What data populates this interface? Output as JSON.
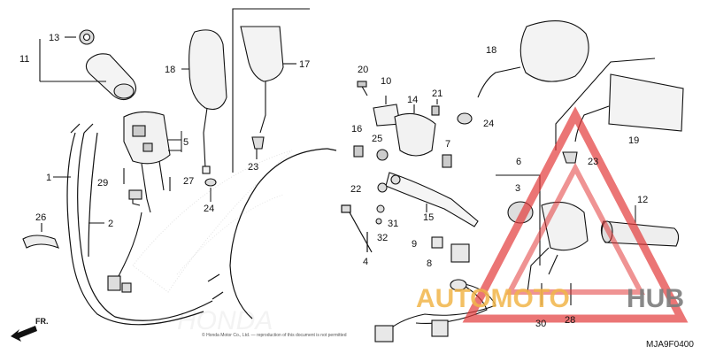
{
  "diagram": {
    "part_code": "MJA9F0400",
    "direction_label": "FR.",
    "copyright_line": "© Honda Motor Co., Ltd. — reproduction of this document is not permitted",
    "callouts": [
      "1",
      "2",
      "3",
      "4",
      "5",
      "6",
      "7",
      "8",
      "9",
      "10",
      "11",
      "12",
      "13",
      "14",
      "15",
      "16",
      "17",
      "18",
      "19",
      "20",
      "21",
      "22",
      "23",
      "24",
      "25",
      "26",
      "27",
      "28",
      "29",
      "30",
      "31",
      "32"
    ],
    "watermark": {
      "word_a": "AUTOMOTO",
      "word_b": "HUB",
      "color_a": "#f2b64a",
      "color_b": "#7d7d7d",
      "triangle_color": "#e23b3b"
    }
  }
}
